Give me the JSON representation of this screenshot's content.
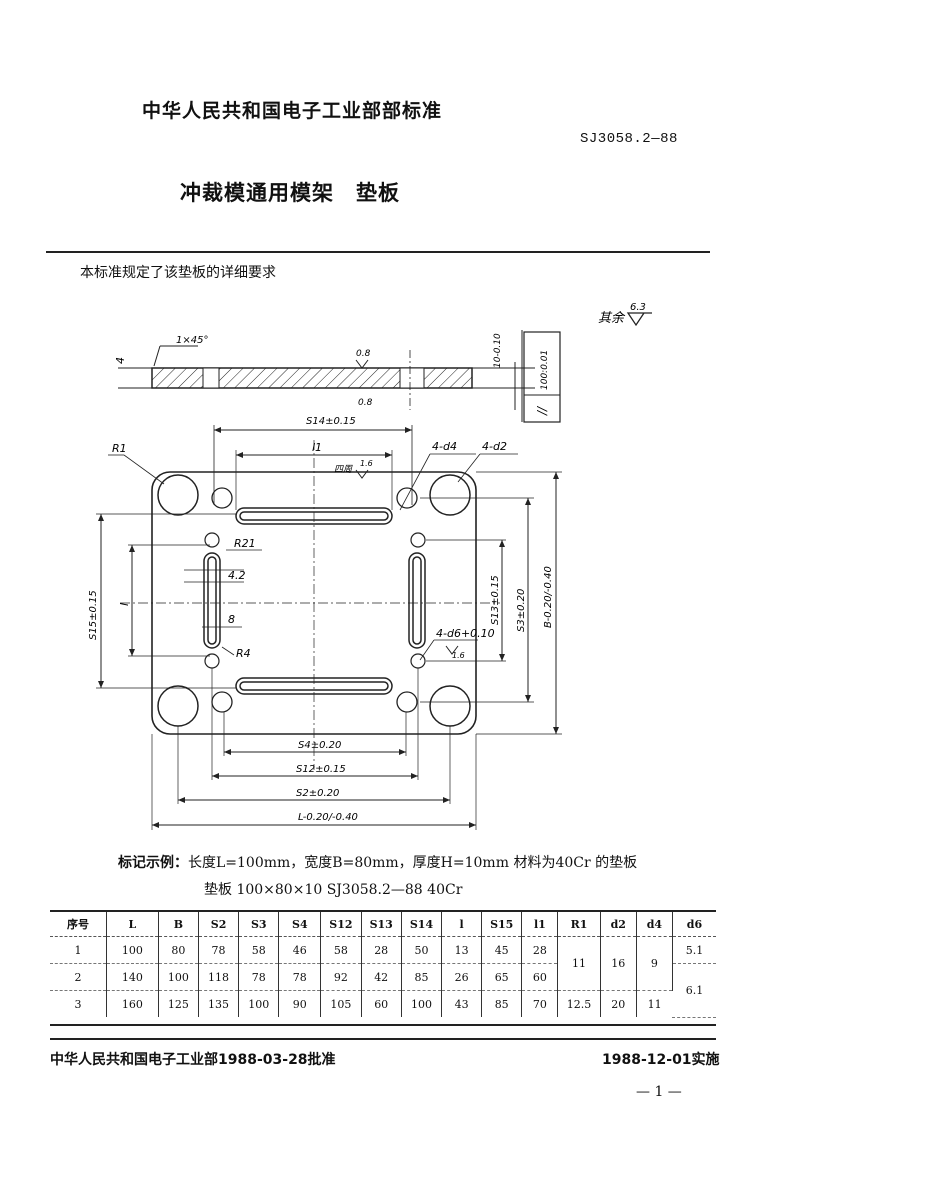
{
  "header": {
    "org_title": "中华人民共和国电子工业部部标准",
    "std_code": "SJ3058.2—88",
    "title_main": "冲裁模通用模架",
    "title_part": "垫板"
  },
  "scope": "本标准规定了该垫板的详细要求",
  "drawing": {
    "surface_other": "其余",
    "surface_other_value": "6.3",
    "chamfer": "1×45°",
    "thickness_dim": "4",
    "roughness_top": "0.8",
    "roughness_bottom": "0.8",
    "thickness_tol": "10-0.10",
    "parallelism_value": "100:0.01",
    "parallelism_symbol": "//",
    "label_r1": "R1",
    "label_4d4": "4-d4",
    "label_4d2": "4-d2",
    "label_l1": "l1",
    "label_around": "四周",
    "label_around_value": "1.6",
    "label_r21": "R21",
    "label_42": "4.2",
    "label_8": "8",
    "label_r4": "R4",
    "label_4d6": "4-d6+0.10",
    "label_4d6_roughness": "1.6",
    "label_l": "l",
    "dim_s14": "S14±0.15",
    "dim_s15": "S15±0.15",
    "dim_s13": "S13±0.15",
    "dim_s3": "S3±0.20",
    "dim_b": "B-0.20/-0.40",
    "dim_s4": "S4±0.20",
    "dim_s12": "S12±0.15",
    "dim_s2": "S2±0.20",
    "dim_l": "L-0.20/-0.40"
  },
  "example": {
    "label": "标记示例：",
    "text": "长度L=100mm，宽度B=80mm，厚度H=10mm  材料为40Cr 的垫板",
    "marking": "垫板  100×80×10  SJ3058.2—88  40Cr"
  },
  "table": {
    "headers": [
      "序号",
      "L",
      "B",
      "S2",
      "S3",
      "S4",
      "S12",
      "S13",
      "S14",
      "l",
      "S15",
      "l1",
      "R1",
      "d2",
      "d4",
      "d6"
    ],
    "rows": [
      [
        "1",
        "100",
        "80",
        "78",
        "58",
        "46",
        "58",
        "28",
        "50",
        "13",
        "45",
        "28"
      ],
      [
        "2",
        "140",
        "100",
        "118",
        "78",
        "78",
        "92",
        "42",
        "85",
        "26",
        "65",
        "60"
      ],
      [
        "3",
        "160",
        "125",
        "135",
        "100",
        "90",
        "105",
        "60",
        "100",
        "43",
        "85",
        "70"
      ]
    ],
    "r1_group": [
      "11",
      "12.5"
    ],
    "d2_group": [
      "16",
      "20"
    ],
    "d4_group": [
      "9",
      "11"
    ],
    "d6_group": [
      "5.1",
      "6.1"
    ]
  },
  "footer": {
    "approval": "中华人民共和国电子工业部1988-03-28批准",
    "effective": "1988-12-01实施",
    "page": "— 1 —"
  }
}
